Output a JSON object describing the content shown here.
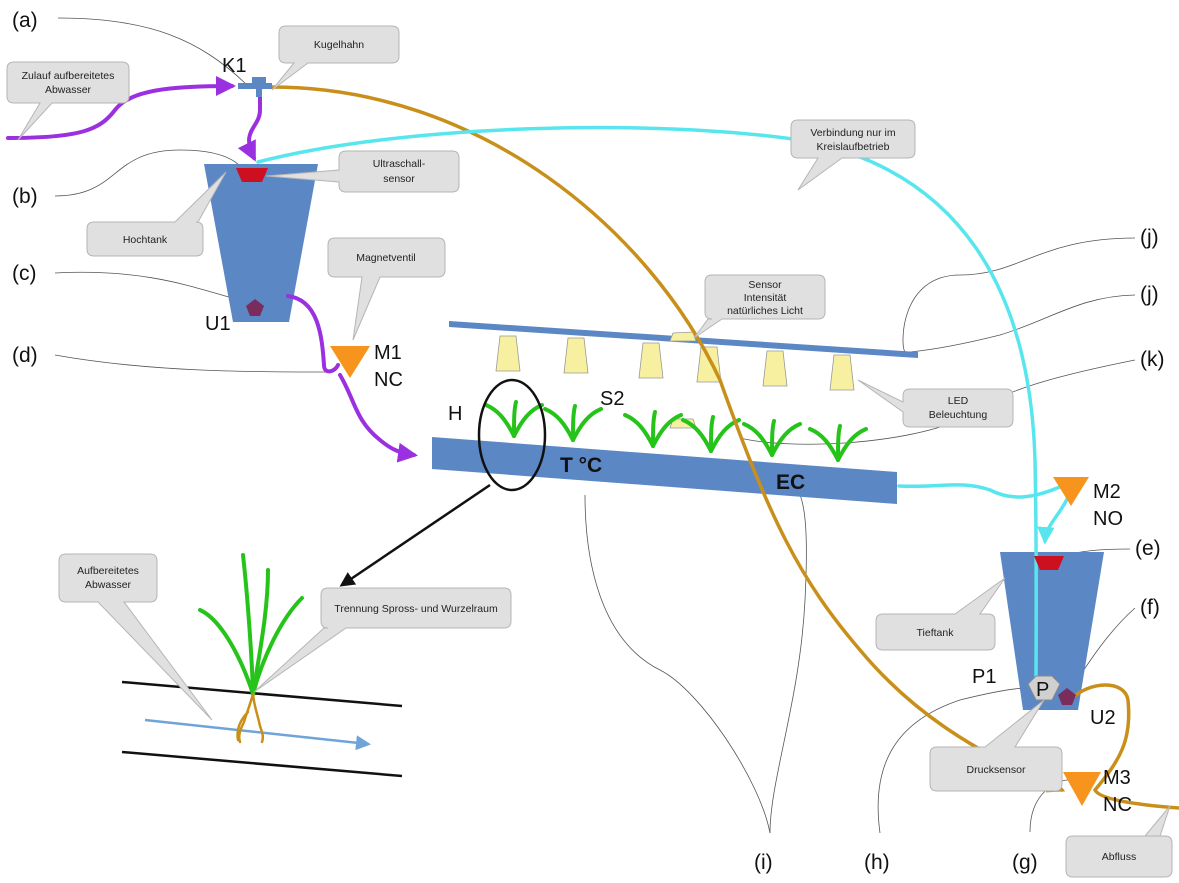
{
  "refs": {
    "a": "(a)",
    "b": "(b)",
    "c": "(c)",
    "d": "(d)",
    "e": "(e)",
    "f": "(f)",
    "g": "(g)",
    "h": "(h)",
    "i": "(i)",
    "j1": "(j)",
    "j2": "(j)",
    "k": "(k)"
  },
  "components": {
    "k1": "K1",
    "u1": "U1",
    "m1": "M1",
    "m1_state": "NC",
    "h": "H",
    "s2": "S2",
    "temp": "T °C",
    "ec": "EC",
    "m2": "M2",
    "m2_state": "NO",
    "p1": "P1",
    "pump": "P",
    "u2": "U2",
    "m3": "M3",
    "m3_state": "NC"
  },
  "callouts": {
    "kugelhahn": "Kugelhahn",
    "zulauf_1": "Zulauf aufbereitetes",
    "zulauf_2": "Abwasser",
    "ultraschall_1": "Ultraschall-",
    "ultraschall_2": "sensor",
    "hochtank": "Hochtank",
    "magnetventil": "Magnetventil",
    "verbindung_1": "Verbindung nur im",
    "verbindung_2": "Kreislaufbetrieb",
    "sensor_1": "Sensor",
    "sensor_2": "Intensität",
    "sensor_3": "natürliches Licht",
    "led_1": "LED",
    "led_2": "Beleuchtung",
    "aufbereitet_1": "Aufbereitetes",
    "aufbereitet_2": "Abwasser",
    "trennung": "Trennung Spross- und Wurzelraum",
    "tieftank": "Tieftank",
    "drucksensor": "Drucksensor",
    "abfluss": "Abfluss"
  },
  "colors": {
    "tank": "#5b87c5",
    "feed_pipe": "#9b30e0",
    "drain_pipe": "#c8901a",
    "loop_pipe": "#58e6ee",
    "valve": "#f7941d",
    "ultrasonic_sensor": "#cc1020",
    "level_sensor": "#7a2c5c",
    "plant": "#26c41a",
    "led": "#f7f0a0",
    "callout_fill": "#e0e0e0",
    "root_arrow": "#6fa4d8"
  }
}
